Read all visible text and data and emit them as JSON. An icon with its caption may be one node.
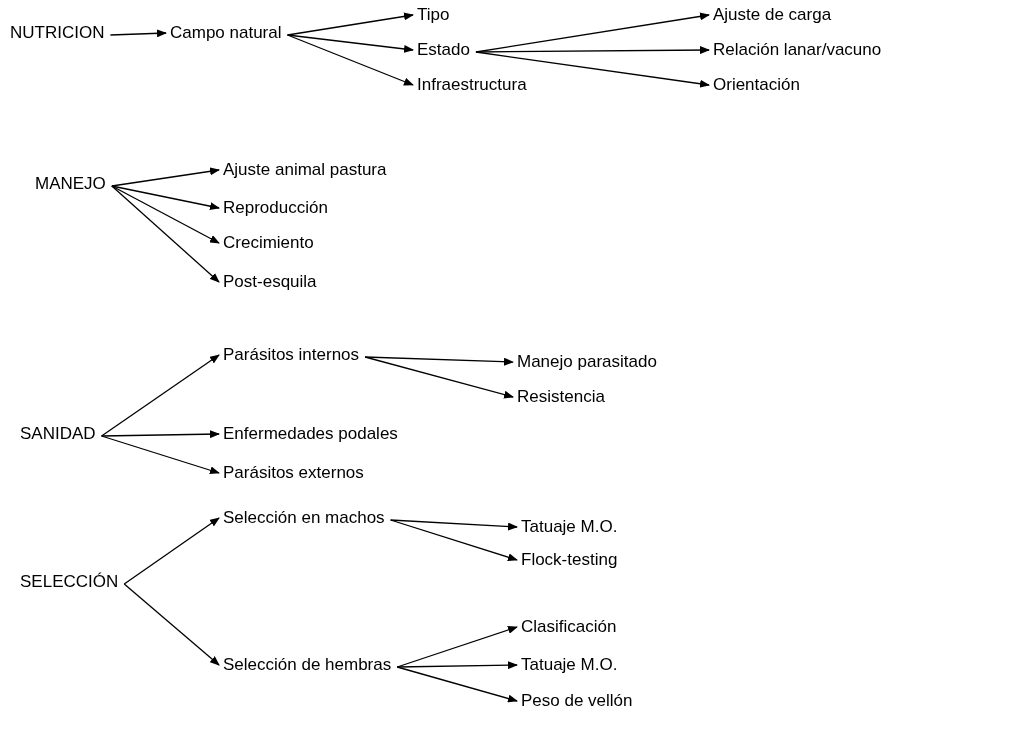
{
  "diagram": {
    "nodes": [
      {
        "text": [
          "NUTRICION"
        ]
      },
      {
        "text": [
          "Campo natural"
        ]
      },
      {
        "text": [
          "Tipo"
        ]
      },
      {
        "text": [
          "Estado"
        ]
      },
      {
        "text": [
          "Infraestructura"
        ]
      },
      {
        "text": [
          "Ajuste de carga"
        ]
      },
      {
        "text": [
          "Relación lanar/vacuno"
        ]
      },
      {
        "text": [
          "Orientación"
        ]
      },
      {
        "text": [
          "MANEJO"
        ]
      },
      {
        "text": [
          "Ajuste animal pastura"
        ]
      },
      {
        "text": [
          "Reproducción"
        ]
      },
      {
        "text": [
          "Crecimiento"
        ]
      },
      {
        "text": [
          "Post-esquila"
        ]
      },
      {
        "text": [
          "SANIDAD"
        ]
      },
      {
        "text": [
          "Parásitos internos"
        ]
      },
      {
        "text": [
          "Manejo parasitado"
        ]
      },
      {
        "text": [
          "Resistencia"
        ]
      },
      {
        "text": [
          "Enfermedades podales"
        ]
      },
      {
        "text": [
          "Parásitos externos"
        ]
      },
      {
        "text": [
          "SELECCIÓN"
        ]
      },
      {
        "text": [
          "Selección en machos"
        ]
      },
      {
        "text": [
          "Tatuaje M.O."
        ]
      },
      {
        "text": [
          "Flock-testing"
        ]
      },
      {
        "text": [
          "Selección de hembras"
        ]
      },
      {
        "text": [
          "Clasificación"
        ]
      },
      {
        "text": [
          "Tatuaje M.O."
        ]
      },
      {
        "text": [
          "Peso de vellón"
        ]
      }
    ],
    "edges": [
      {
        "from": 0,
        "to": 1,
        "arrow": "to"
      },
      {
        "from": 1,
        "to": 2,
        "arrow": "to"
      },
      {
        "from": 1,
        "to": 3,
        "arrow": "to"
      },
      {
        "from": 1,
        "to": 4,
        "arrow": "to"
      },
      {
        "from": 3,
        "to": 5,
        "arrow": "to"
      },
      {
        "from": 3,
        "to": 6,
        "arrow": "to"
      },
      {
        "from": 3,
        "to": 7,
        "arrow": "to"
      },
      {
        "from": 8,
        "to": 9,
        "arrow": "to"
      },
      {
        "from": 8,
        "to": 10,
        "arrow": "to"
      },
      {
        "from": 8,
        "to": 11,
        "arrow": "to"
      },
      {
        "from": 8,
        "to": 12,
        "arrow": "to"
      },
      {
        "from": 13,
        "to": 14,
        "arrow": "to"
      },
      {
        "from": 13,
        "to": 17,
        "arrow": "to"
      },
      {
        "from": 13,
        "to": 18,
        "arrow": "to"
      },
      {
        "from": 14,
        "to": 15,
        "arrow": "to"
      },
      {
        "from": 14,
        "to": 16,
        "arrow": "to"
      },
      {
        "from": 19,
        "to": 20,
        "arrow": "to"
      },
      {
        "from": 19,
        "to": 23,
        "arrow": "to"
      },
      {
        "from": 20,
        "to": 21,
        "arrow": "to"
      },
      {
        "from": 20,
        "to": 22,
        "arrow": "to"
      },
      {
        "from": 23,
        "to": 24,
        "arrow": "to"
      },
      {
        "from": 23,
        "to": 25,
        "arrow": "to"
      },
      {
        "from": 23,
        "to": 26,
        "arrow": "to"
      }
    ]
  }
}
